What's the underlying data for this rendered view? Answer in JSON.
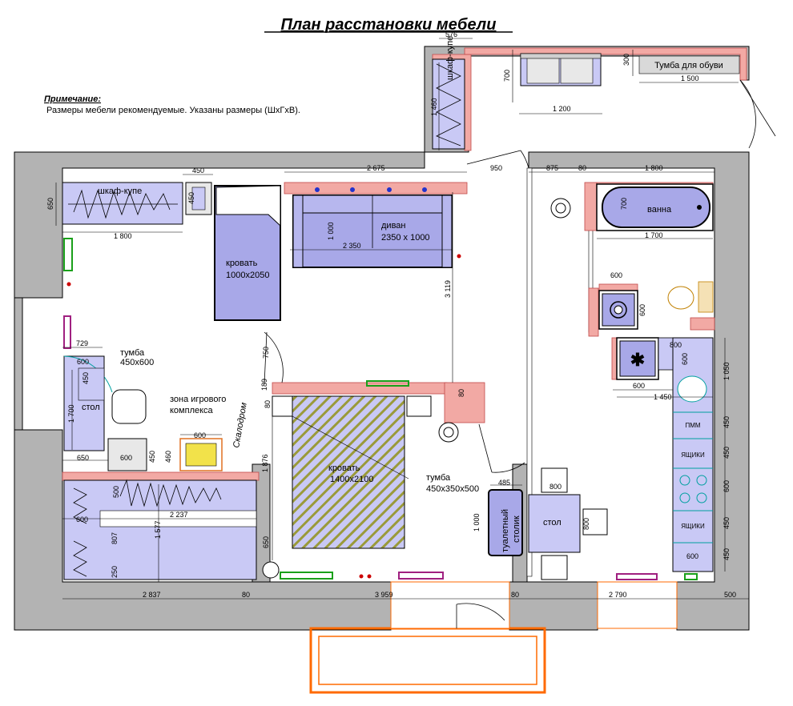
{
  "title": "План расстановки мебели",
  "note": {
    "heading": "Примечание:",
    "text": "Размеры мебели рекомендуемые. Указаны размеры (ШхГхВ)."
  },
  "labels": {
    "wardrobe_corridor": "шкаф-купе",
    "shoe_cabinet": "Тумба для обуви",
    "wardrobe_room": "шкаф-купе",
    "bed_small": "кровать",
    "bed_small_size": "1000x2050",
    "sofa": "диван",
    "sofa_size": "2350 x 1000",
    "bath": "ванна",
    "nightstand": "тумба",
    "nightstand_size": "450x600",
    "play_zone_1": "зона игрового",
    "play_zone_2": "комплекса",
    "desk": "стол",
    "climbing_wall": "Скалодром",
    "bed_big": "кровать",
    "bed_big_size": "1400x2100",
    "nightstand2": "тумба",
    "nightstand2_size": "450x350x500",
    "dressing_table_1": "туалетный",
    "dressing_table_2": "столик",
    "dining_table": "стол",
    "dishwasher": "ПММ",
    "drawers1": "ЯЩИКИ",
    "drawers2": "ЯЩИКИ"
  },
  "dims": {
    "d576": "576",
    "d700a": "700",
    "d300": "300",
    "d1460": "1 460",
    "d1500": "1 500",
    "d1200": "1 200",
    "d450a": "450",
    "d2675": "2 675",
    "d950": "950",
    "d875": "875",
    "d80a": "80",
    "d1800a": "1 800",
    "d650a": "650",
    "d450b": "450",
    "d1800b": "1 800",
    "d1000a": "1 000",
    "d2350": "2 350",
    "d700b": "700",
    "d1700a": "1 700",
    "d600a": "600",
    "d600b": "600",
    "d3119": "3 119",
    "d729": "729",
    "d600c": "600",
    "d450c": "450",
    "d750": "750",
    "d189": "189",
    "d800a": "800",
    "d600d": "600",
    "d1050": "1 050",
    "d80b": "80",
    "d80c": "80",
    "d600e": "600",
    "d1450": "1 450",
    "d1700b": "1 700",
    "d600f": "600",
    "d650b": "650",
    "d600g": "600",
    "d450d": "450",
    "d460": "460",
    "d1876": "1 876",
    "d485": "485",
    "d800b": "800",
    "d450e": "450",
    "d450f": "450",
    "d600h": "600",
    "d450g": "450",
    "d450h": "450",
    "d500a": "500",
    "d2237": "2 237",
    "d600i": "600",
    "d807": "807",
    "d1577": "1 577",
    "d250": "250",
    "d1000b": "1 000",
    "d800c": "800",
    "d650c": "650",
    "d600j": "600",
    "d2837": "2 837",
    "d80d": "80",
    "d3959": "3 959",
    "d80e": "80",
    "d2790": "2 790",
    "d500b": "500"
  },
  "colors": {
    "wall": "#b3b3b3",
    "trim": "#f2a9a4",
    "furniture": "#c9c9f5",
    "door_swing": "#00a0a0",
    "radiator": "#a02080",
    "balcony": "#ff6a00",
    "window_green": "#1aa01a"
  }
}
